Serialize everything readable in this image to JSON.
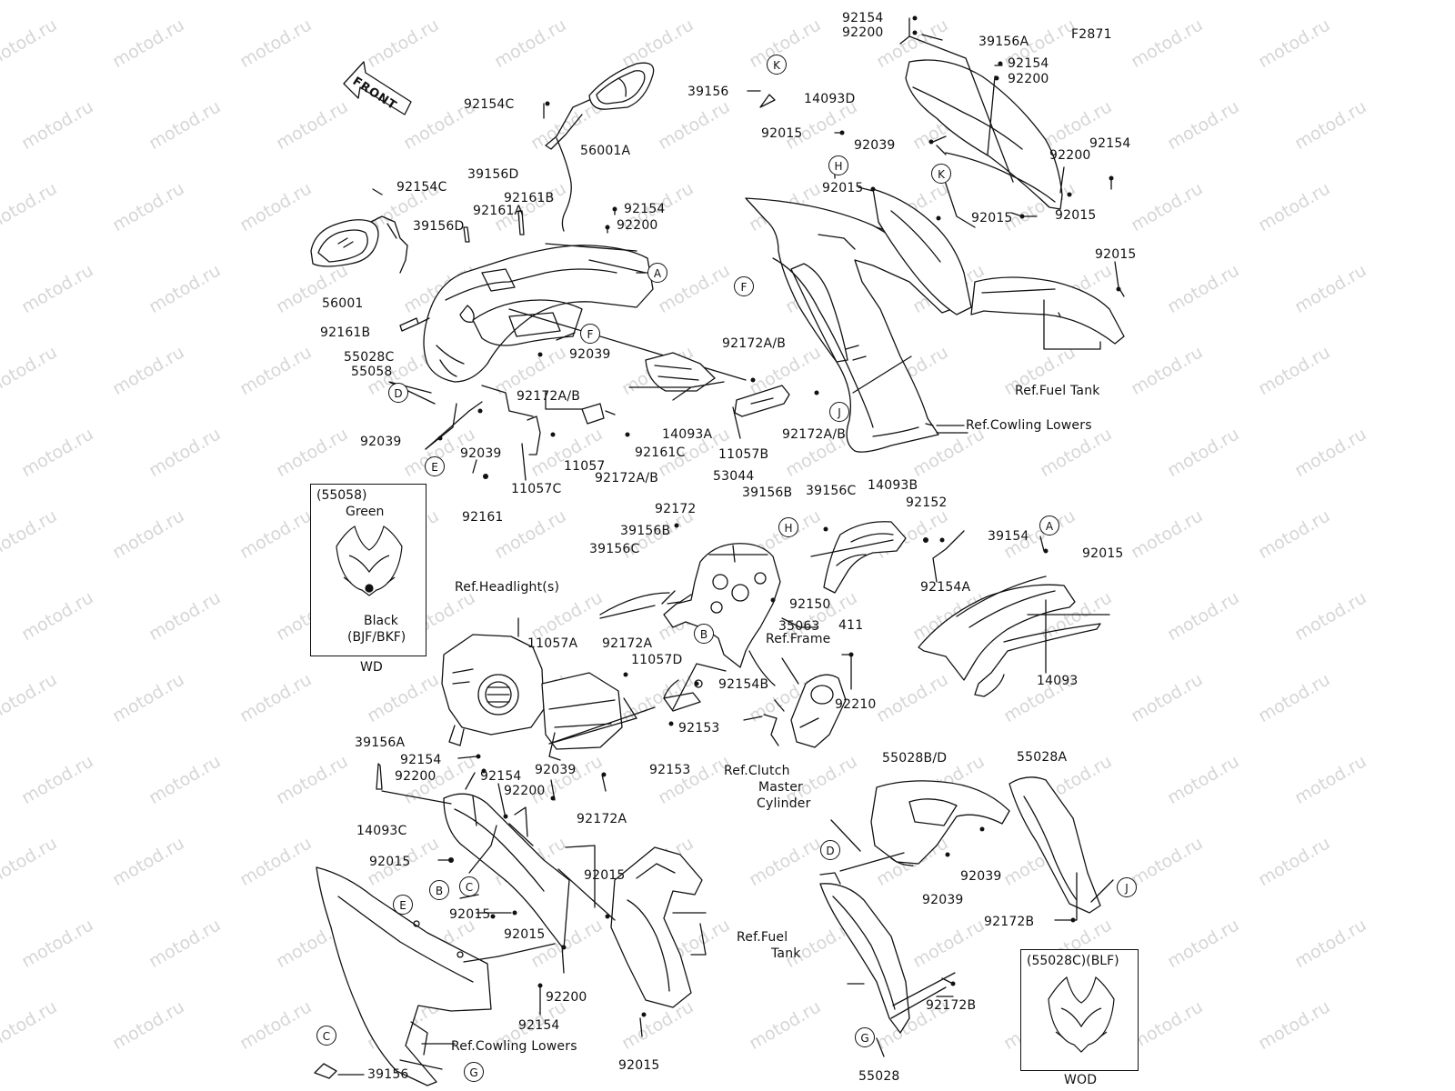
{
  "figure_code": "F2871",
  "front_label": "FRONT",
  "watermark": "motod.ru",
  "parts": [
    "92154",
    "92200",
    "39156A",
    "92154",
    "92200",
    "39156",
    "14093D",
    "92015",
    "92039",
    "92200",
    "92154",
    "92015",
    "92015",
    "92015",
    "92015",
    "92154C",
    "56001A",
    "39156D",
    "92154C",
    "39156D",
    "92161A",
    "92161B",
    "92154",
    "92200",
    "56001",
    "92161B",
    "55028C",
    "55058",
    "92039",
    "92172A/B",
    "92039",
    "92172A/B",
    "14093A",
    "92039",
    "92172A/B",
    "11057",
    "92161C",
    "11057B",
    "92172A/B",
    "11057C",
    "92161",
    "53044",
    "39156B",
    "39156C",
    "14093B",
    "92172",
    "92152",
    "39156B",
    "39156C",
    "92154A",
    "39154",
    "92015",
    "92150",
    "35063",
    "411",
    "11057A",
    "92172A",
    "11057D",
    "92154B",
    "92210",
    "14093",
    "92153",
    "92153",
    "39156A",
    "92154",
    "92200",
    "92154",
    "92200",
    "92039",
    "92172A",
    "14093C",
    "92015",
    "92015",
    "92015",
    "92015",
    "92200",
    "92154",
    "92015",
    "39156",
    "55028B/D",
    "55028A",
    "92039",
    "92039",
    "92172B",
    "92172B",
    "55028"
  ],
  "references": {
    "fuel_tank_top": "Ref.Fuel Tank",
    "cowling_lowers_top": "Ref.Cowling Lowers",
    "headlight": "Ref.Headlight(s)",
    "frame": "Ref.Frame",
    "clutch": [
      "Ref.Clutch",
      "Master",
      "Cylinder"
    ],
    "fuel_tank_bottom": [
      "Ref.Fuel",
      "Tank"
    ],
    "cowling_lowers_bottom": "Ref.Cowling Lowers"
  },
  "callouts": [
    "K",
    "H",
    "K",
    "F",
    "A",
    "F",
    "D",
    "E",
    "J",
    "H",
    "A",
    "B",
    "D",
    "C",
    "B",
    "E",
    "J",
    "G",
    "C",
    "G"
  ],
  "insets": {
    "left": {
      "code": "(55058)",
      "top_color": "Green",
      "bottom_color": "Black",
      "variant": "(BJF/BKF)",
      "footer": "WD"
    },
    "right": {
      "code": "(55028C)(BLF)",
      "footer": "WOD"
    }
  }
}
